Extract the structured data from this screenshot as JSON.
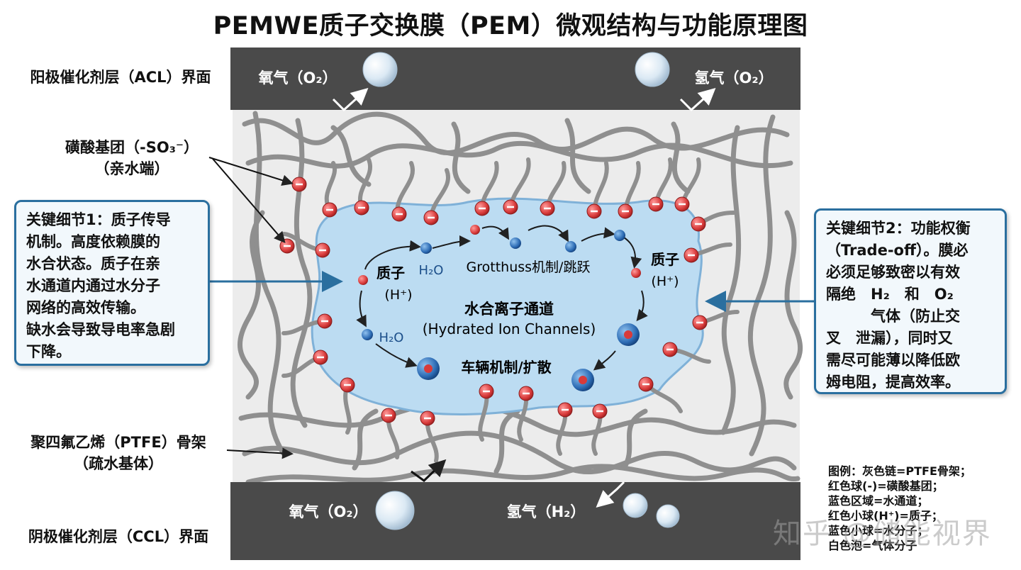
{
  "title": "PEMWE质子交换膜（PEM）微观结构与功能原理图",
  "left_labels": {
    "acl": "阳极催化剂层（ACL）界面",
    "sulfonic": "磺酸基团（-SO₃⁻）",
    "sulfonic_sub": "（亲水端）",
    "ptfe": "聚四氟乙烯（PTFE）骨架",
    "ptfe_sub": "（疏水基体）",
    "ccl": "阴极催化剂层（CCL）界面"
  },
  "top_bar": {
    "left_gas": "氧气（O₂）",
    "right_gas": "氢气（O₂）"
  },
  "bottom_bar": {
    "left_gas": "氧气（O₂）",
    "right_gas": "氢气（H₂）"
  },
  "channel": {
    "grotthuss": "Grotthuss机制/跳跃",
    "proton_left": "质子",
    "proton_left_sub": "(H⁺)",
    "proton_right": "质子",
    "proton_right_sub": "(H⁺)",
    "water_top": "H₂O",
    "water_bottom": "H₂O",
    "channel_name": "水合离子通道",
    "channel_name_en": "(Hydrated Ion Channels)",
    "vehicle": "车辆机制/扩散"
  },
  "box1": {
    "lines": [
      "关键细节1：质子传导",
      "机制。高度依赖膜的",
      "水合状态。质子在亲",
      "水通道内通过水分子",
      "网络的高效传输。",
      "缺水会导致导电率急剧",
      "下降。"
    ]
  },
  "box2": {
    "lines": [
      "关键细节2：功能权衡",
      "（Trade-off）。膜必",
      "必须足够致密以有效",
      "隔绝　H₂　和　O₂",
      "　　　气体（防止交",
      "叉　泄漏），同时又",
      "需尽可能薄以降低欧",
      "姆电阻，提高效率。"
    ]
  },
  "legend": {
    "lines": [
      "图例：灰色链=PTFE骨架；",
      "红色球(-)=磺酸基团；",
      "蓝色区域=水通道；",
      "红色小球(H⁺)=质子；",
      "蓝色小球=水分子；",
      "白色泡=气体分子"
    ]
  },
  "watermark": "知乎 @储能视界",
  "colors": {
    "bar": "#4a4a4a",
    "channel": "#bcdcf2",
    "chain": "#8f8f8f",
    "sulfonic": "#d83a3a",
    "box_border": "#2a6f9f"
  }
}
